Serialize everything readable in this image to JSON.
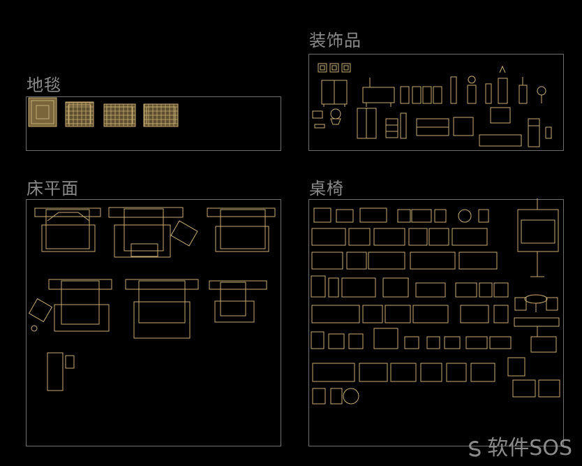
{
  "sections": {
    "rugs": {
      "title": "地毯"
    },
    "decor": {
      "title": "装饰品"
    },
    "beds": {
      "title": "床平面"
    },
    "tables_chairs": {
      "title": "桌椅"
    }
  },
  "watermark": {
    "text": "软件SOS"
  },
  "colors": {
    "background": "#000000",
    "line": "#c7ad74",
    "rug_fill": "#7a653b",
    "frame": "#6e6e6e",
    "title": "#8a8a8a"
  },
  "icons": {
    "watermark_logo": "swirl-s-logo-icon"
  }
}
